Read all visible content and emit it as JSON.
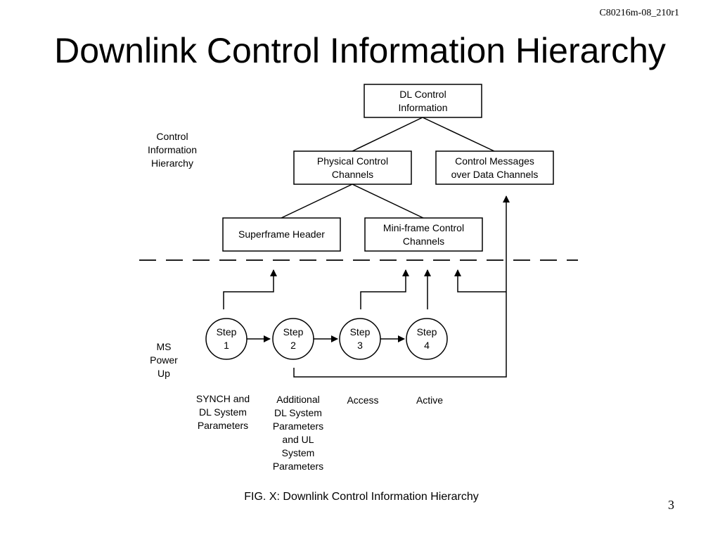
{
  "doc_id": "C80216m-08_210r1",
  "title": "Downlink Control Information Hierarchy",
  "hierarchy_label": [
    "Control",
    "Information",
    "Hierarchy"
  ],
  "boxes": {
    "dl_control": [
      "DL Control",
      "Information"
    ],
    "physical": [
      "Physical Control",
      "Channels"
    ],
    "control_messages": [
      "Control Messages",
      "over Data Channels"
    ],
    "superframe": [
      "Superframe Header"
    ],
    "miniframe": [
      "Mini-frame Control",
      "Channels"
    ]
  },
  "ms_label": [
    "MS",
    "Power",
    "Up"
  ],
  "steps": [
    [
      "Step",
      "1"
    ],
    [
      "Step",
      "2"
    ],
    [
      "Step",
      "3"
    ],
    [
      "Step",
      "4"
    ]
  ],
  "step_descriptions": [
    [
      "SYNCH and",
      "DL System",
      "Parameters"
    ],
    [
      "Additional",
      "DL System",
      "Parameters",
      "and UL",
      "System",
      "Parameters"
    ],
    [
      "Access"
    ],
    [
      "Active"
    ]
  ],
  "caption": "FIG. X: Downlink Control Information Hierarchy",
  "page_number": "3"
}
